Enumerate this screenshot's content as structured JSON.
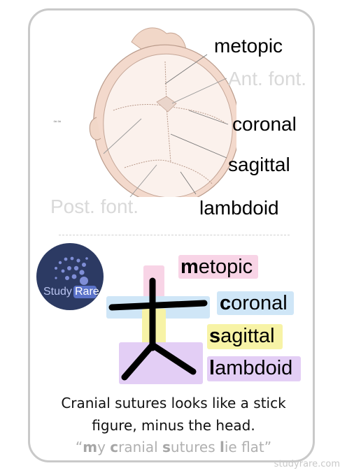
{
  "top_diagram": {
    "labels": {
      "metopic": "metopic",
      "ant_font": "Ant. font.",
      "coronal": "coronal",
      "sagittal": "sagittal",
      "post_font": "Post. font.",
      "lambdoid": "lambdoid"
    }
  },
  "logo": {
    "brand_part1": "Study",
    "brand_part2": "Rare"
  },
  "stick_figure": {
    "metopic": {
      "first": "m",
      "rest": "etopic",
      "color": "#f8d4e6"
    },
    "coronal": {
      "first": "c",
      "rest": "oronal",
      "color": "#cfe6f7"
    },
    "sagittal": {
      "first": "s",
      "rest": "agittal",
      "color": "#f7f3a6"
    },
    "lambdoid": {
      "first": "l",
      "rest": "ambdoid",
      "color": "#e3cef5"
    }
  },
  "caption": {
    "line1": "Cranial sutures looks like a stick",
    "line2": "figure, minus the head."
  },
  "mnemonic": {
    "quote_open": "“",
    "w1_first": "m",
    "w1_rest": "y ",
    "w2_first": "c",
    "w2_rest": "ranial ",
    "w3_first": "s",
    "w3_rest": "utures ",
    "w4_first": "l",
    "w4_rest": "ie flat",
    "quote_close": "”"
  },
  "watermark": "studyrare.com"
}
